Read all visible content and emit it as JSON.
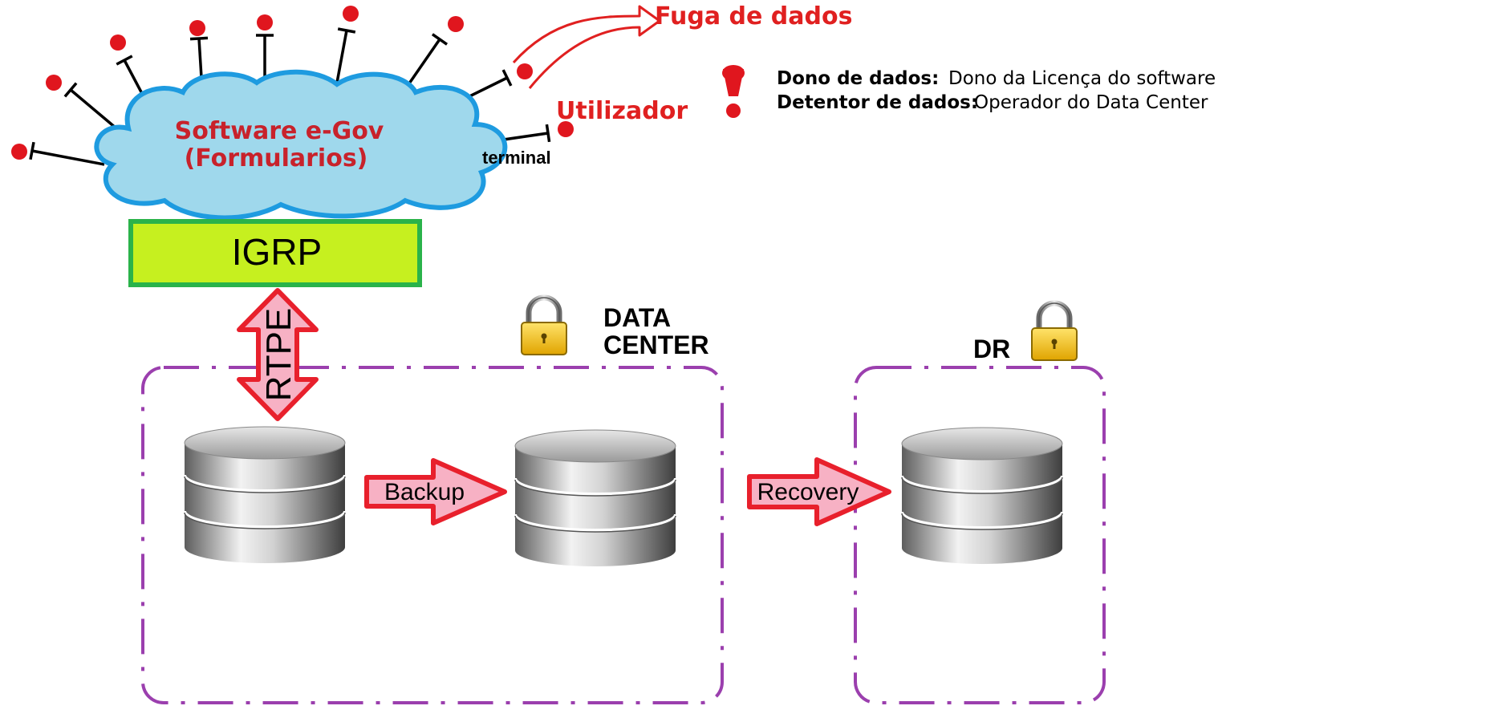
{
  "cloud": {
    "title_line1": "Software e-Gov",
    "title_line2": "(Formularios)"
  },
  "labels": {
    "user": "Utilizador",
    "terminal": "terminal",
    "data_leak": "Fuga de dados"
  },
  "igrp": {
    "label": "IGRP"
  },
  "rtpe": {
    "label": "RTPE"
  },
  "data_center": {
    "line1": "DATA",
    "line2": "CENTER"
  },
  "dr": {
    "label": "DR"
  },
  "arrows": {
    "backup": "Backup",
    "recovery": "Recovery"
  },
  "notes": [
    {
      "key": "Dono de dados:",
      "value": "Dono da Licença do software"
    },
    {
      "key": "Detentor de dados:",
      "value": "Operador do Data Center"
    }
  ],
  "colors": {
    "cloud_fill": "#9fd8ec",
    "cloud_stroke": "#1e9be0",
    "igrp_fill": "#c6f01f",
    "igrp_stroke": "#2ab34a",
    "arrow_fill": "#f7b1c4",
    "arrow_stroke": "#e8202c",
    "zone_stroke": "#9b3fae",
    "terminal_dot": "#e0161e",
    "lock_body": "#f5c000",
    "alert": "#e0161e"
  },
  "icons": {
    "lock": "padlock-icon",
    "database": "database-cylinder-icon",
    "alert": "exclamation-icon",
    "terminal": "terminal-endpoint-icon"
  }
}
